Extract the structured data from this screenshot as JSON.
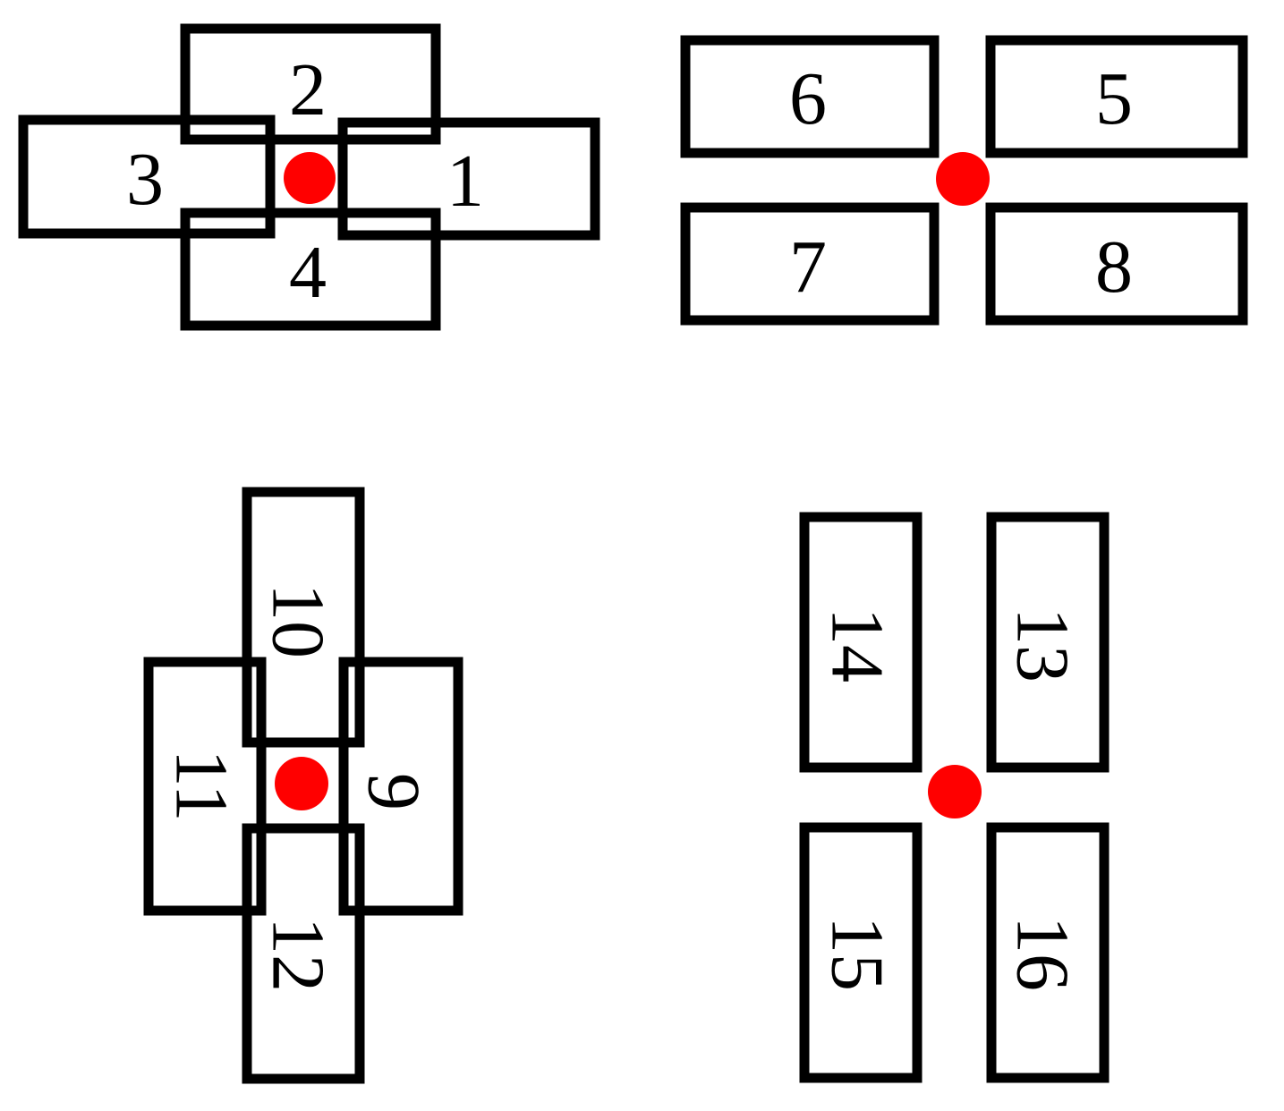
{
  "colors": {
    "stroke": "#000000",
    "marker": "#ff0000",
    "background": "#ffffff"
  },
  "panels": [
    {
      "id": "top-left",
      "boxes": [
        {
          "label": "1",
          "orientation": "horizontal"
        },
        {
          "label": "2",
          "orientation": "horizontal"
        },
        {
          "label": "3",
          "orientation": "horizontal"
        },
        {
          "label": "4",
          "orientation": "horizontal"
        }
      ]
    },
    {
      "id": "top-right",
      "boxes": [
        {
          "label": "5",
          "orientation": "horizontal"
        },
        {
          "label": "6",
          "orientation": "horizontal"
        },
        {
          "label": "7",
          "orientation": "horizontal"
        },
        {
          "label": "8",
          "orientation": "horizontal"
        }
      ]
    },
    {
      "id": "bottom-left",
      "boxes": [
        {
          "label": "9",
          "orientation": "vertical"
        },
        {
          "label": "10",
          "orientation": "vertical"
        },
        {
          "label": "11",
          "orientation": "vertical"
        },
        {
          "label": "12",
          "orientation": "vertical"
        }
      ]
    },
    {
      "id": "bottom-right",
      "boxes": [
        {
          "label": "13",
          "orientation": "vertical"
        },
        {
          "label": "14",
          "orientation": "vertical"
        },
        {
          "label": "15",
          "orientation": "vertical"
        },
        {
          "label": "16",
          "orientation": "vertical"
        }
      ]
    }
  ]
}
